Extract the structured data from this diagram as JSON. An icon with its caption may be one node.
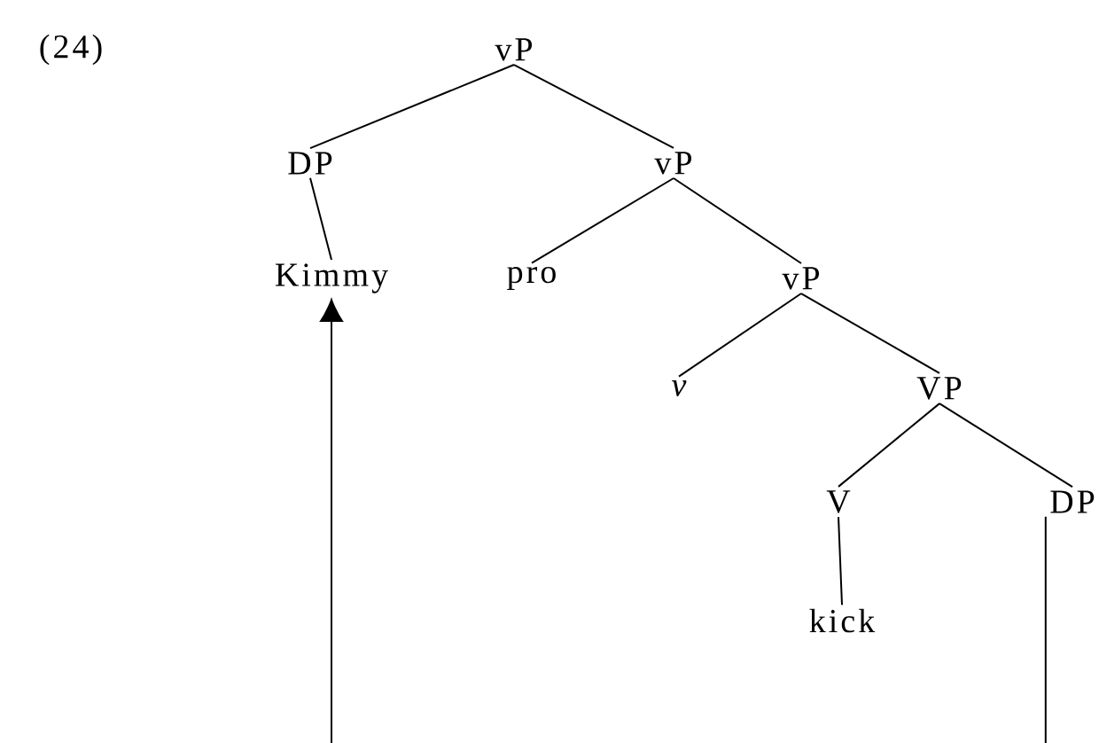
{
  "diagram": {
    "nodes": [
      {
        "text": [
          "vP"
        ]
      },
      {
        "text": [
          "DP"
        ]
      },
      {
        "text": [
          "vP"
        ]
      },
      {
        "text": [
          "Kimmy"
        ]
      },
      {
        "text": [
          "pro"
        ]
      },
      {
        "text": [
          "vP"
        ]
      },
      {
        "text": [
          "v"
        ]
      },
      {
        "text": [
          "VP"
        ]
      },
      {
        "text": [
          "V"
        ]
      },
      {
        "text": [
          "DP"
        ]
      },
      {
        "text": [
          "kick"
        ]
      }
    ],
    "edges": [
      {
        "from": 0,
        "to": 1,
        "arrow": "none"
      },
      {
        "from": 0,
        "to": 2,
        "arrow": "none"
      },
      {
        "from": 1,
        "to": 3,
        "arrow": "none"
      },
      {
        "from": 2,
        "to": 4,
        "arrow": "none"
      },
      {
        "from": 2,
        "to": 5,
        "arrow": "none"
      },
      {
        "from": 5,
        "to": 6,
        "arrow": "none"
      },
      {
        "from": 5,
        "to": 7,
        "arrow": "none"
      },
      {
        "from": 7,
        "to": 8,
        "arrow": "none"
      },
      {
        "from": 7,
        "to": 9,
        "arrow": "none"
      },
      {
        "from": 8,
        "to": 10,
        "arrow": "none"
      },
      {
        "from": 9,
        "to": 3,
        "arrow": "to"
      }
    ],
    "labels": [
      "(24)"
    ]
  }
}
